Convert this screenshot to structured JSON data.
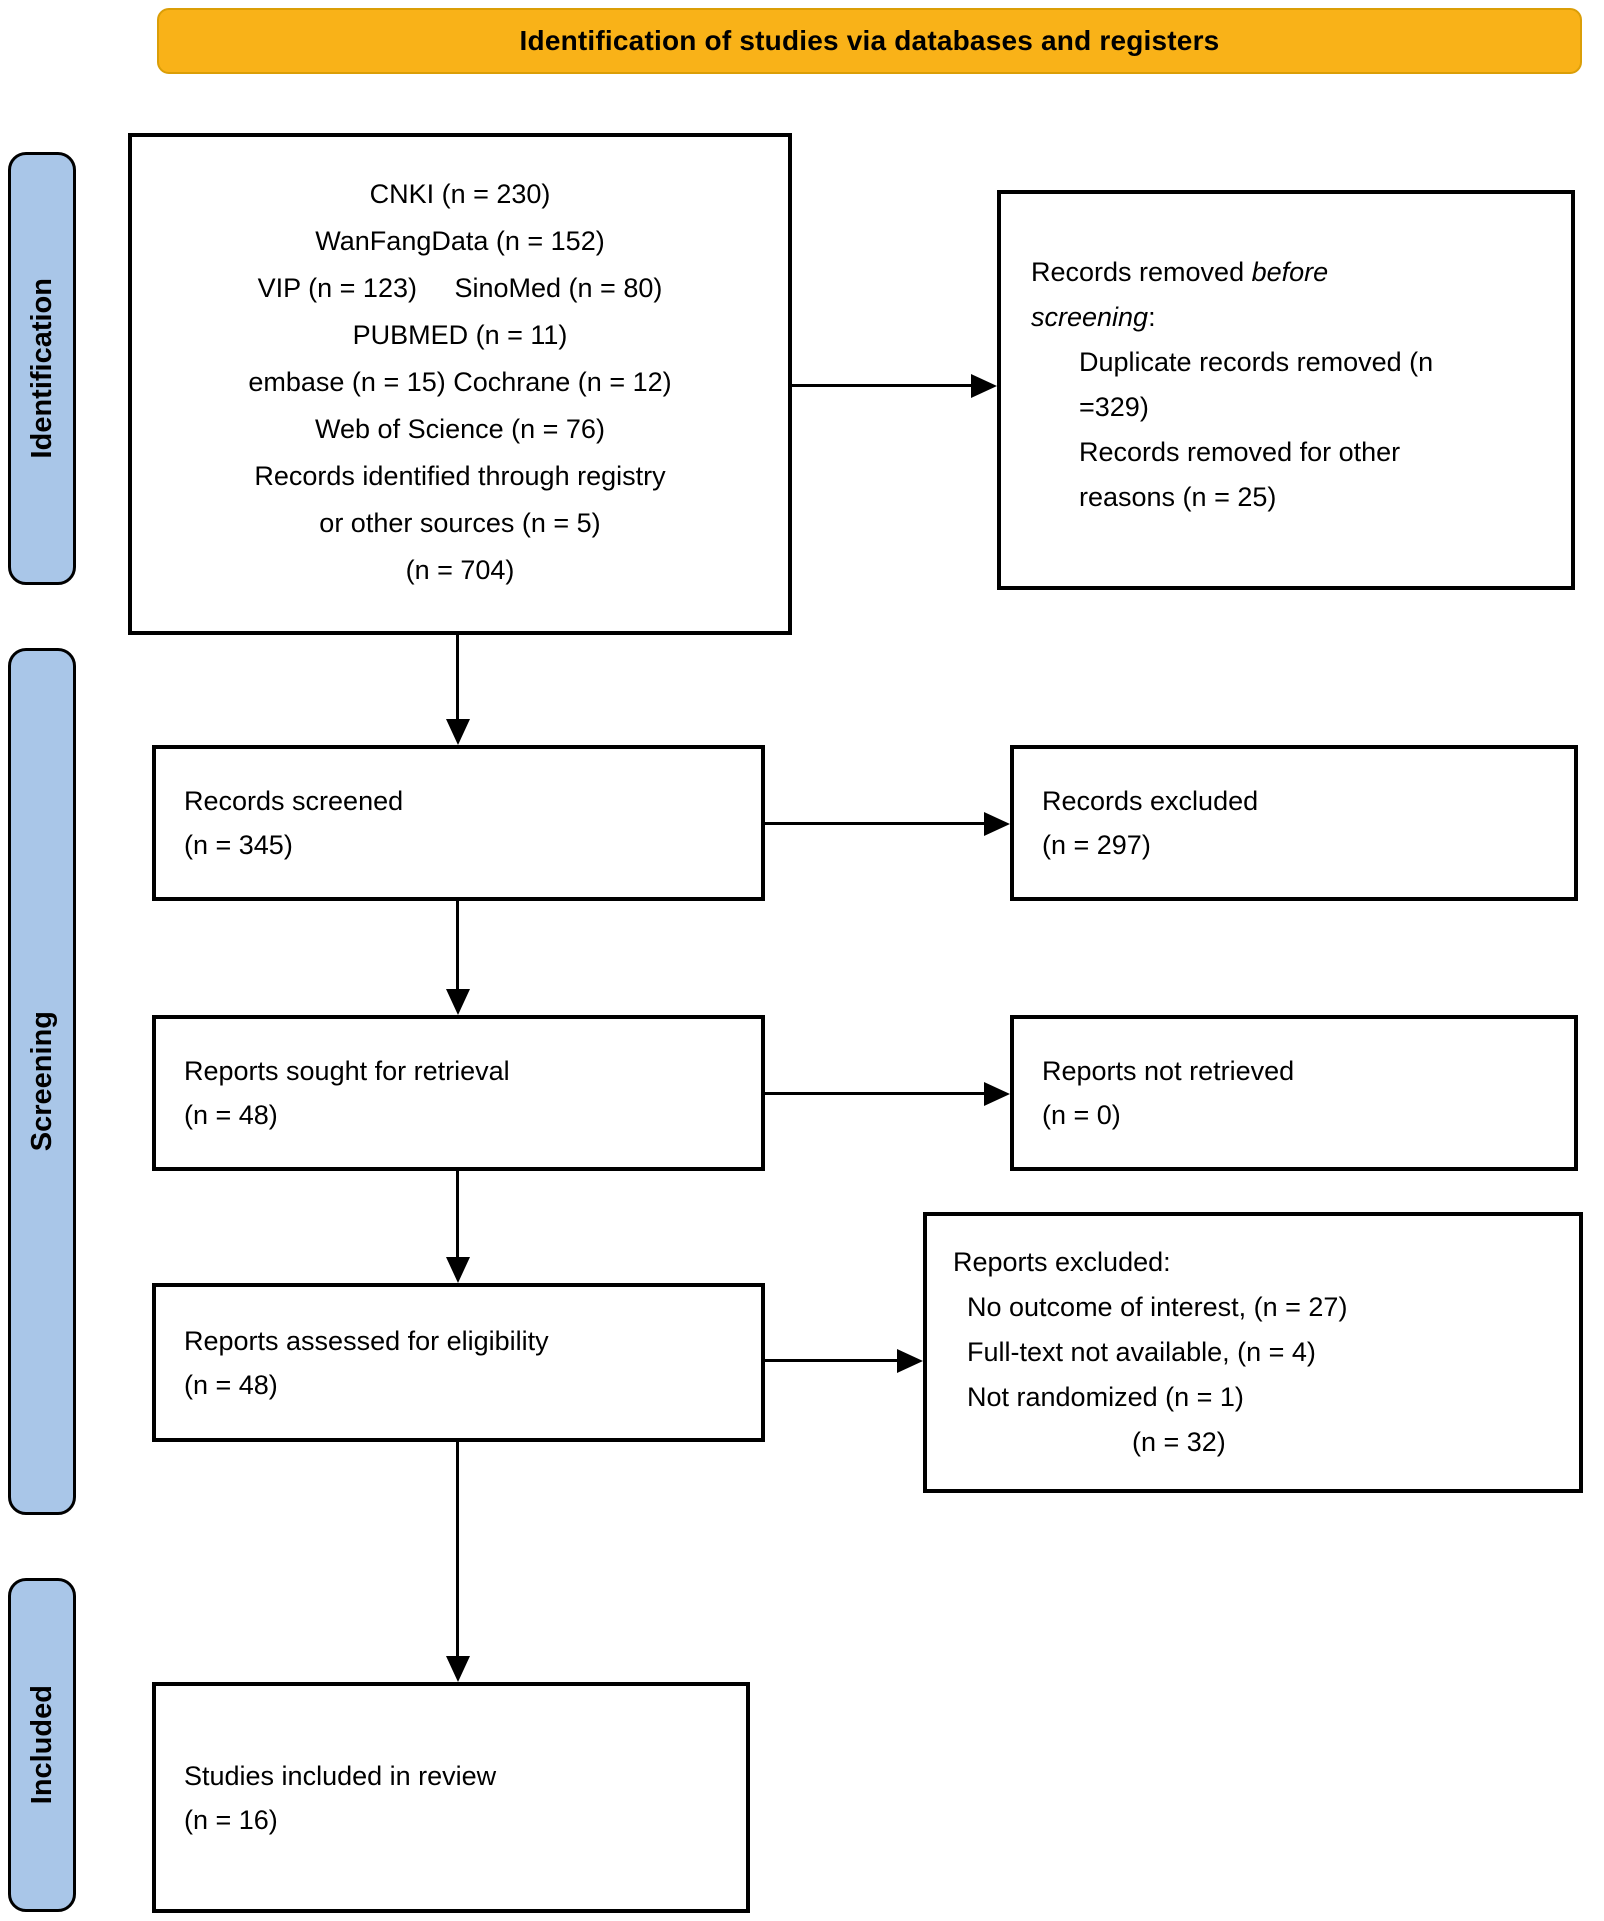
{
  "banner": {
    "title": "Identification of studies via databases and registers"
  },
  "stages": {
    "identification": "Identification",
    "screening": "Screening",
    "included": "Included"
  },
  "boxes": {
    "identified": {
      "lines": [
        "CNKI (n = 230)",
        "WanFangData (n = 152)",
        "VIP (n = 123)     SinoMed (n = 80)",
        "PUBMED (n = 11)",
        "embase (n = 15) Cochrane (n = 12)",
        "Web of Science (n = 76)",
        "Records identified through registry",
        "or other sources (n = 5)",
        "(n = 704)"
      ]
    },
    "records_removed": {
      "heading_prefix": "Records removed ",
      "heading_italic": "before screening",
      "heading_suffix": ":",
      "items": [
        "Duplicate records removed (n =329)",
        "Records removed for other reasons (n = 25)"
      ]
    },
    "screened": {
      "label": "Records screened",
      "count": "(n = 345)"
    },
    "records_excluded": {
      "label": "Records excluded",
      "count": "(n = 297)"
    },
    "sought": {
      "label": "Reports sought for retrieval",
      "count": "(n = 48)"
    },
    "not_retrieved": {
      "label": "Reports not retrieved",
      "count": "(n = 0)"
    },
    "assessed": {
      "label": "Reports assessed for eligibility",
      "count": "(n = 48)"
    },
    "reports_excluded": {
      "heading": "Reports excluded:",
      "items": [
        "No outcome of interest, (n = 27)",
        "Full-text not available, (n = 4)",
        "Not randomized (n = 1)"
      ],
      "total": "(n = 32)"
    },
    "included_studies": {
      "label": "Studies included in review",
      "count": "(n = 16)"
    }
  },
  "colors": {
    "banner_bg": "#F9B218",
    "banner_border": "#DB9E07",
    "stage_bg": "#A9C6E8",
    "box_border": "#000000"
  }
}
